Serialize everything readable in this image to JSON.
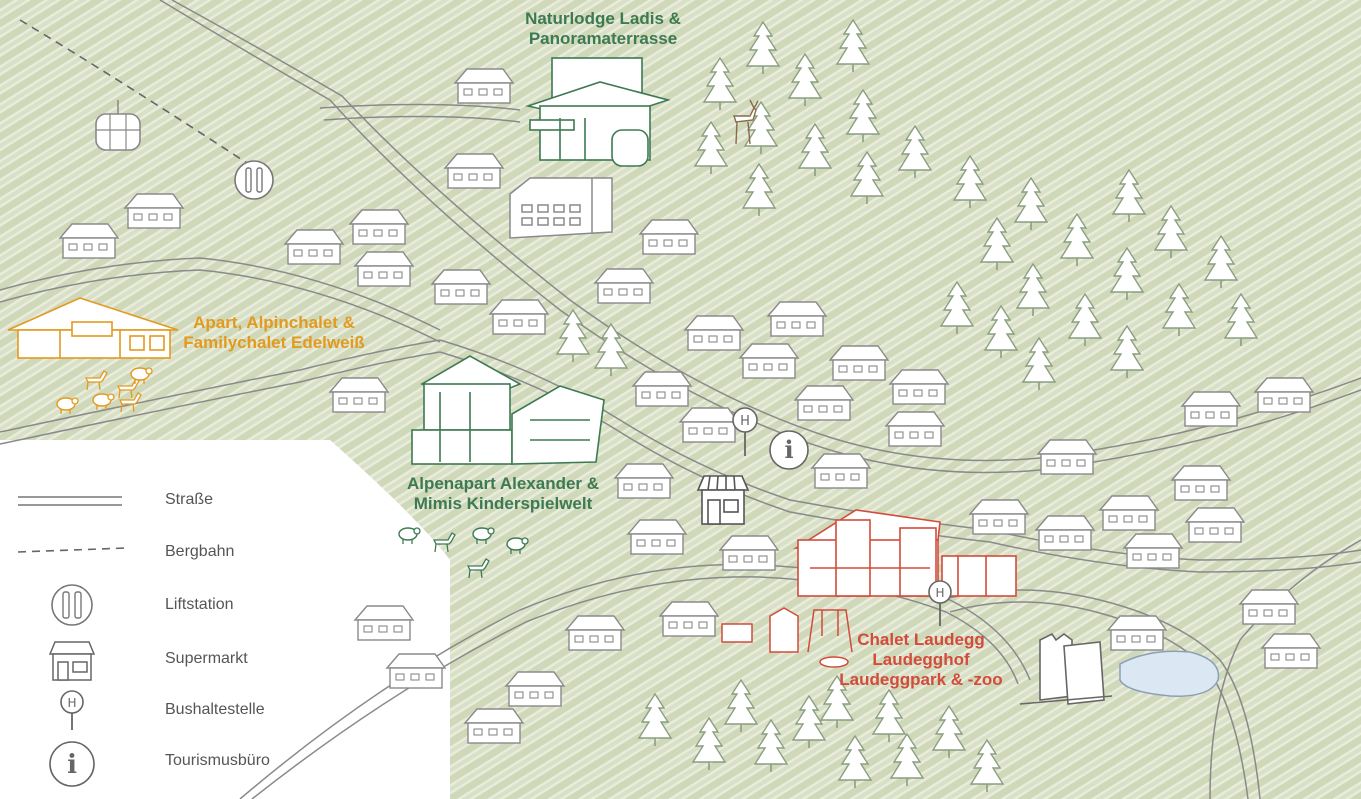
{
  "places": {
    "naturlodge": [
      "Naturlodge Ladis &",
      "Panoramaterrasse"
    ],
    "edelweiss": [
      "Apart, Alpinchalet &",
      "Familychalet Edelweiß"
    ],
    "alexander": [
      "Alpenapart Alexander &",
      "Mimis Kinderspielwelt"
    ],
    "laudegg": [
      "Chalet Laudegg",
      "Laudegghof",
      "Laudeggpark & -zoo"
    ]
  },
  "legend": [
    {
      "icon": "road-icon",
      "label": "Straße"
    },
    {
      "icon": "cable-car-line-icon",
      "label": "Bergbahn"
    },
    {
      "icon": "lift-station-icon",
      "label": "Liftstation"
    },
    {
      "icon": "supermarket-icon",
      "label": "Supermarkt"
    },
    {
      "icon": "bus-stop-icon",
      "label": "Bushaltestelle"
    },
    {
      "icon": "tourist-info-icon",
      "label": "Tourismusbüro"
    }
  ],
  "colors": {
    "meadow": "#d9dfc6",
    "road": "#8a8a8a",
    "house": "#8a8a8a",
    "tree": "#8a9e80",
    "green_label": "#3d7a52",
    "orange_label": "#e29a1f",
    "red_label": "#d24b3b"
  }
}
